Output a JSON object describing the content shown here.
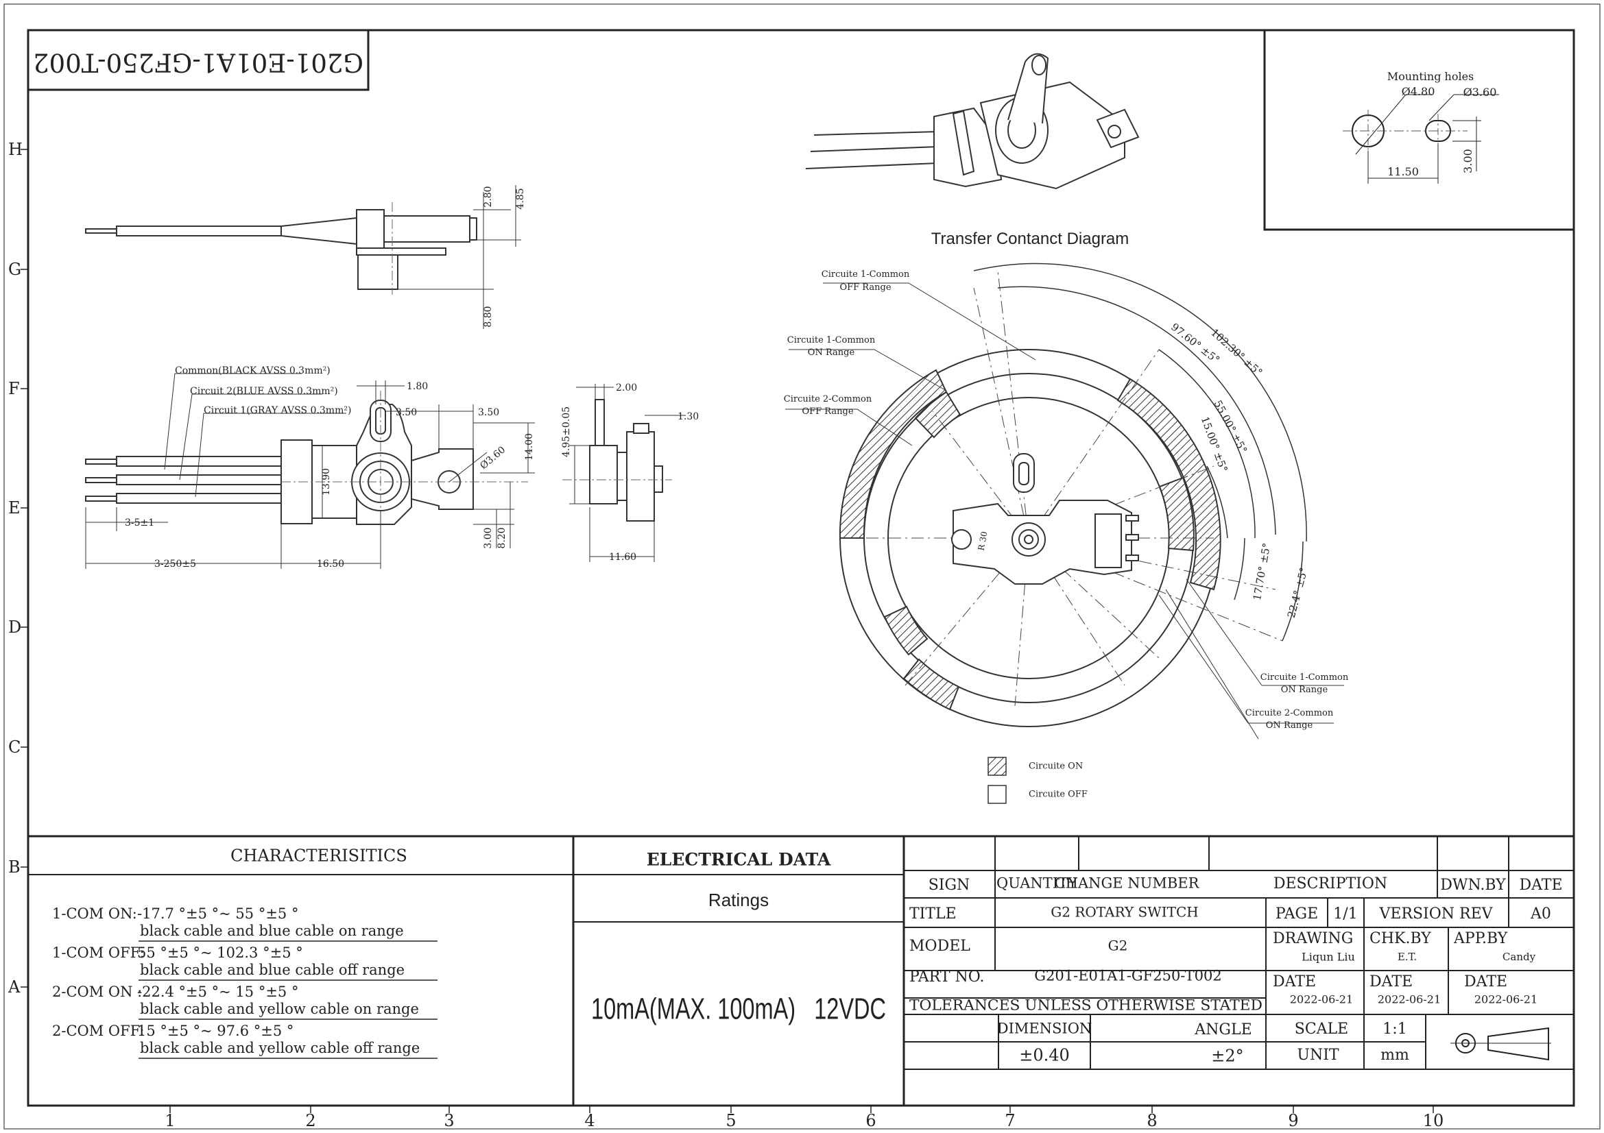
{
  "drawing_number": "G201-E01A1-GF250-T002",
  "grid": {
    "rows": [
      "H",
      "G",
      "F",
      "E",
      "D",
      "C",
      "B",
      "A"
    ],
    "cols": [
      "1",
      "2",
      "3",
      "4",
      "5",
      "6",
      "7",
      "8",
      "9",
      "10"
    ]
  },
  "mounting": {
    "title": "Mounting holes",
    "d1": "Ø4.80",
    "d2": "Ø3.60",
    "spacing": "11.50",
    "height": "3.00"
  },
  "side_view": {
    "d1": "2.80",
    "d2": "4.85",
    "d3": "8.80"
  },
  "front_view": {
    "common": "Common(BLACK AVSS 0.3mm²)",
    "circuit2": "Circuit 2(BLUE AVSS 0.3mm²)",
    "circuit1": "Circuit 1(GRAY AVSS 0.3mm²)",
    "d_180": "1.80",
    "d_350a": "3.50",
    "d_350b": "3.50",
    "d_1400": "14.00",
    "d_360": "Ø3.60",
    "d_1390": "13.90",
    "d_300": "3.00",
    "d_820": "8.20",
    "d_strip": "3-5±1",
    "d_length": "3-250±5",
    "d_1650": "16.50"
  },
  "end_view": {
    "d_200": "2.00",
    "d_130": "1.30",
    "d_495": "4.95±0.05",
    "d_1160": "11.60"
  },
  "contact": {
    "title": "Transfer Contanct Diagram",
    "c1_off_a": "Circuite 1-Common",
    "c1_off_b": "OFF Range",
    "c1_on_a": "Circuite 1-Common",
    "c1_on_b": "ON Range",
    "c2_off_a": "Circuite 2-Common",
    "c2_off_b": "OFF Range",
    "c1_on2_a": "Circuite 1-Common",
    "c1_on2_b": "ON Range",
    "c2_on_a": "Circuite 2-Common",
    "c2_on_b": "ON Range",
    "a_976": "97.60° ±5°",
    "a_1023": "102.30° ±5°",
    "a_550": "55.00° ±5°",
    "a_150": "15.00° ±5°",
    "a_177": "17.70° ±5°",
    "a_224": "22.4° ±5°",
    "pcb_mark": "R 30",
    "legend_on": "Circuite ON",
    "legend_off": "Circuite OFF"
  },
  "characteristics": {
    "title": "CHARACTERISITICS",
    "rows": [
      {
        "label": "1-COM ON:",
        "value": "-17.7 °±5 °~ 55 °±5 °",
        "note": "black cable and blue cable on range"
      },
      {
        "label": "1-COM OFF:",
        "value": "55 °±5 °~ 102.3 °±5 °",
        "note": "black cable and blue cable off range"
      },
      {
        "label": "2-COM ON :",
        "value": "-22.4 °±5 °~ 15 °±5 °",
        "note": "black cable and  yellow cable on range"
      },
      {
        "label": "2-COM OFF:",
        "value": "15 °±5 °~ 97.6 °±5 °",
        "note": "black cable and yellow cable off range"
      }
    ]
  },
  "electrical": {
    "title": "ELECTRICAL DATA",
    "ratings_label": "Ratings",
    "ratings_value": "10mA(MAX. 100mA)   12VDC"
  },
  "title_block": {
    "sign": "SIGN",
    "quantity": "QUANTITY",
    "change_number": "CHANGE NUMBER",
    "description": "DESCRIPTION",
    "dwn_by": "DWN.BY",
    "date": "DATE",
    "title_label": "TITLE",
    "title_value": "G2 ROTARY SWITCH",
    "page_label": "PAGE",
    "page_value": "1/1",
    "version_label": "VERSION REV",
    "version_value": "A0",
    "model_label": "MODEL",
    "model_value": "G2",
    "drawing_label": "DRAWING",
    "drawing_value": "Liqun Liu",
    "chk_label": "CHK.BY",
    "chk_value": "E.T.",
    "app_label": "APP.BY",
    "app_value": "Candy",
    "part_label": "PART NO.",
    "part_value": "G201-E01A1-GF250-T002",
    "date_label_1": "DATE",
    "date_value_1": "2022-06-21",
    "date_label_2": "DATE",
    "date_value_2": "2022-06-21",
    "date_label_3": "DATE",
    "date_value_3": "2022-06-21",
    "tolerances": "TOLERANCES UNLESS OTHERWISE STATED",
    "dimension_label": "DIMENSION",
    "dimension_value": "±0.40",
    "angle_label": "ANGLE",
    "angle_value": "±2°",
    "scale_label": "SCALE",
    "scale_value": "1:1",
    "unit_label": "UNIT",
    "unit_value": "mm"
  }
}
